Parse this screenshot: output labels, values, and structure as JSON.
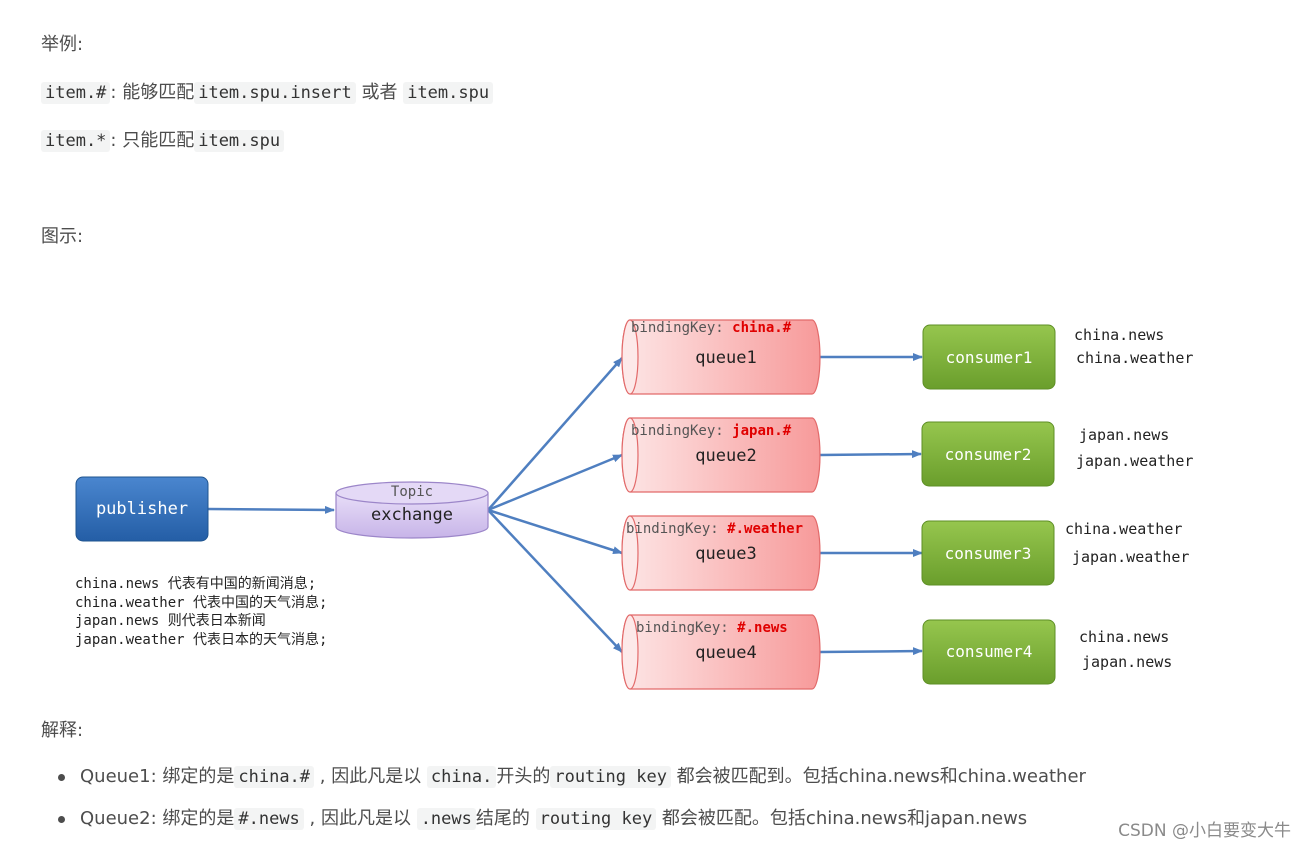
{
  "intro": {
    "example_label": "举例:",
    "line1": {
      "code1": "item.#",
      "text1": ": 能够匹配",
      "code2": "item.spu.insert",
      "text2": " 或者 ",
      "code3": "item.spu"
    },
    "line2": {
      "code1": "item.*",
      "text1": ": 只能匹配",
      "code2": "item.spu"
    },
    "diagram_label": "图示:"
  },
  "diagram": {
    "publisher": {
      "label": "publisher"
    },
    "exchange": {
      "type_label": "Topic",
      "label": "exchange"
    },
    "routing_notes": [
      "china.news 代表有中国的新闻消息;",
      "china.weather 代表中国的天气消息;",
      "japan.news 则代表日本新闻",
      "japan.weather 代表日本的天气消息;"
    ],
    "queues": [
      {
        "binding_prefix": "bindingKey: ",
        "binding_key": "china.#",
        "label": "queue1"
      },
      {
        "binding_prefix": "bindingKey: ",
        "binding_key": "japan.#",
        "label": "queue2"
      },
      {
        "binding_prefix": "bindingKey: ",
        "binding_key": "#.weather",
        "label": "queue3"
      },
      {
        "binding_prefix": "bindingKey: ",
        "binding_key": "#.news",
        "label": "queue4"
      }
    ],
    "consumers": [
      {
        "label": "consumer1",
        "keys": [
          "china.news",
          "china.weather"
        ]
      },
      {
        "label": "consumer2",
        "keys": [
          "japan.news",
          "japan.weather"
        ]
      },
      {
        "label": "consumer3",
        "keys": [
          "china.weather",
          "japan.weather"
        ]
      },
      {
        "label": "consumer4",
        "keys": [
          "china.news",
          "japan.news"
        ]
      }
    ],
    "colors": {
      "publisher": "#2f6eb8",
      "exchange": "#d6c8ef",
      "queue": "#fbb4b4",
      "consumer": "#7fb33a",
      "arrow": "#4f7fc0",
      "binding_key": "#e00000"
    }
  },
  "explain": {
    "label": "解释:",
    "items": [
      {
        "t1": "Queue1: 绑定的是",
        "c1": "china.#",
        "t2": " , 因此凡是以 ",
        "c2": "china.",
        "t3": "开头的",
        "c3": "routing key",
        "t4": " 都会被匹配到。包括china.news和china.weather"
      },
      {
        "t1": "Queue2: 绑定的是",
        "c1": "#.news",
        "t2": " , 因此凡是以 ",
        "c2": ".news",
        "t3": "结尾的 ",
        "c3": "routing key",
        "t4": " 都会被匹配。包括china.news和japan.news"
      }
    ]
  },
  "watermark": "CSDN @小白要变大牛"
}
